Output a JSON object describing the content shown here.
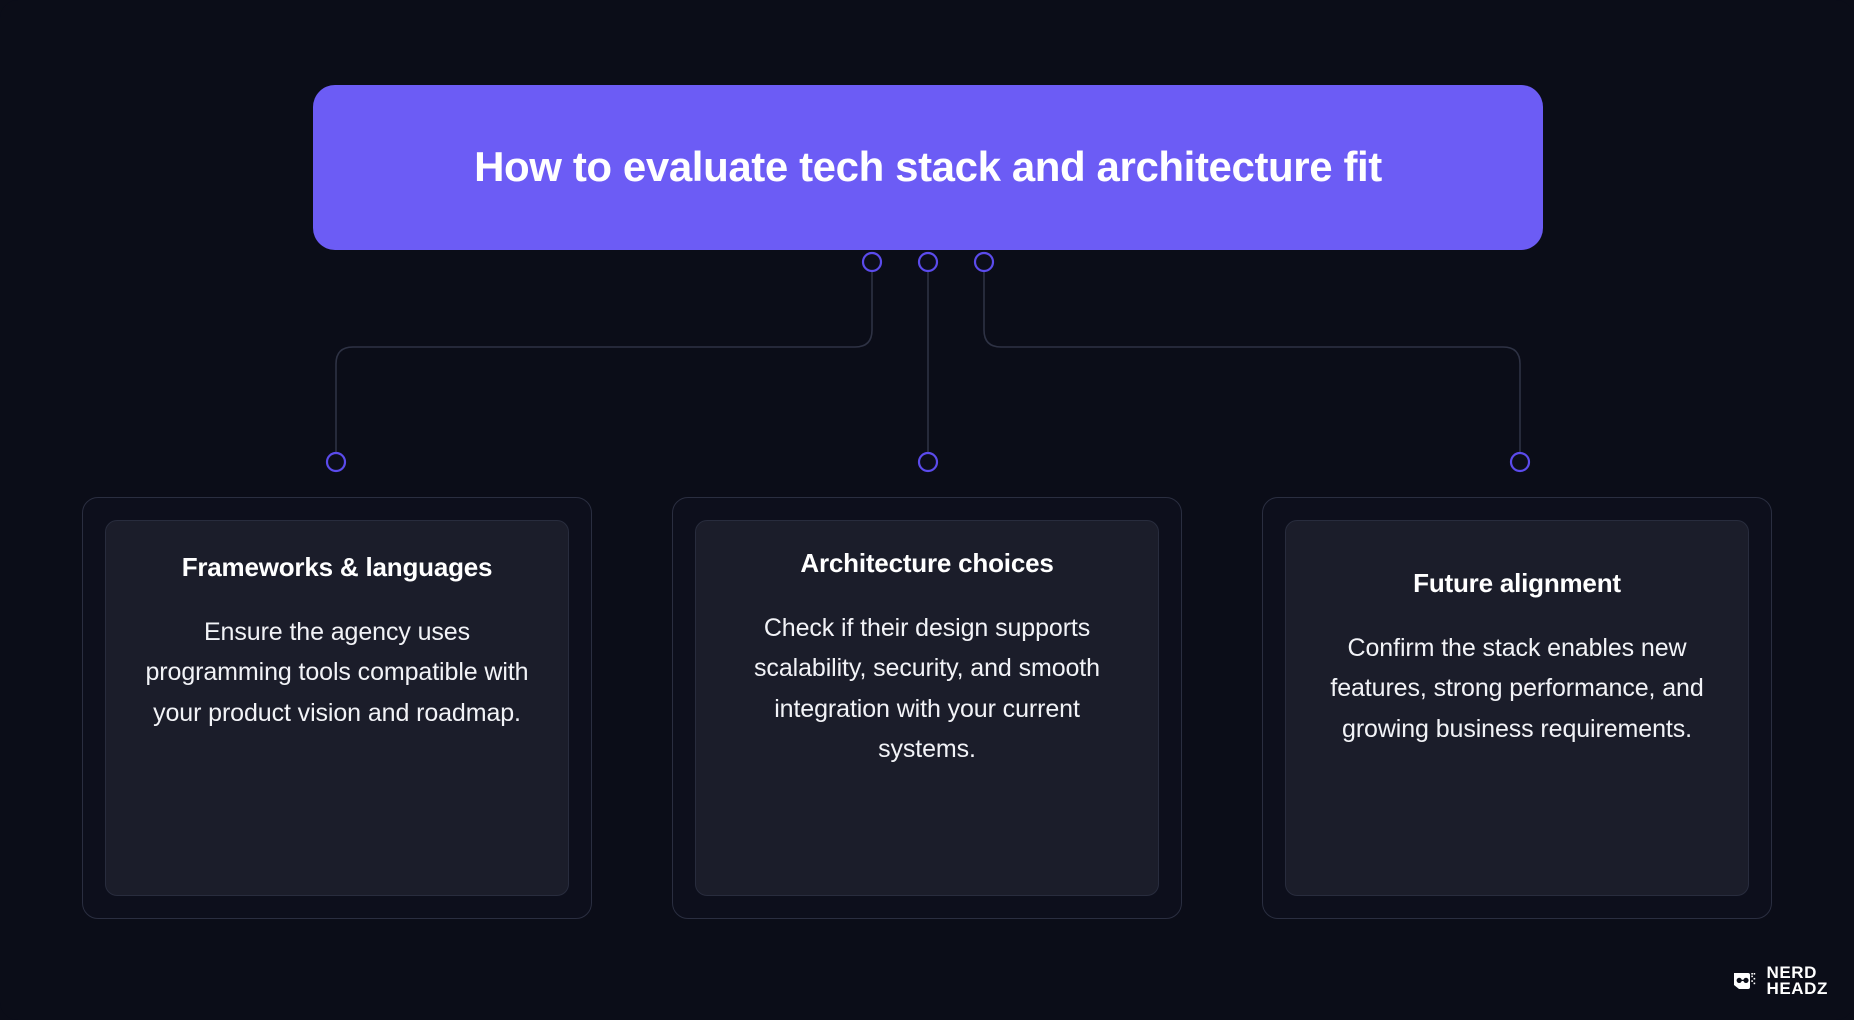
{
  "header": {
    "title": "How to evaluate tech stack and architecture fit",
    "background_color": "#6c5cf5",
    "text_color": "#ffffff"
  },
  "theme": {
    "page_background": "#0b0d18",
    "accent": "#6c5cf5",
    "node_stroke": "#5b4bec",
    "node_fill": "#0c0e1a",
    "connector_line": "#2e3244",
    "card_outer_background": "#0d0f1c",
    "card_outer_border": "#2a2e40",
    "card_inner_background": "#1b1d2a",
    "card_inner_border": "#282c3d",
    "text_primary": "#ffffff",
    "text_body": "#f2f3f7"
  },
  "top_nodes": [
    {
      "id": "top-node-1",
      "label": ""
    },
    {
      "id": "top-node-2",
      "label": ""
    },
    {
      "id": "top-node-3",
      "label": ""
    }
  ],
  "branch_nodes": [
    {
      "id": "branch-node-left",
      "label": ""
    },
    {
      "id": "branch-node-center",
      "label": ""
    },
    {
      "id": "branch-node-right",
      "label": ""
    }
  ],
  "cards": [
    {
      "title": "Frameworks & languages",
      "body": "Ensure the agency uses programming tools compatible with your product vision and roadmap."
    },
    {
      "title": "Architecture choices",
      "body": "Check if their design supports scalability, security, and smooth integration with your current systems."
    },
    {
      "title": "Future alignment",
      "body": "Confirm the stack enables new features, strong performance, and growing business requirements."
    }
  ],
  "brand": {
    "line1": "NERD",
    "line2": "HEADZ",
    "mark_icon": "nerd-head-icon"
  }
}
